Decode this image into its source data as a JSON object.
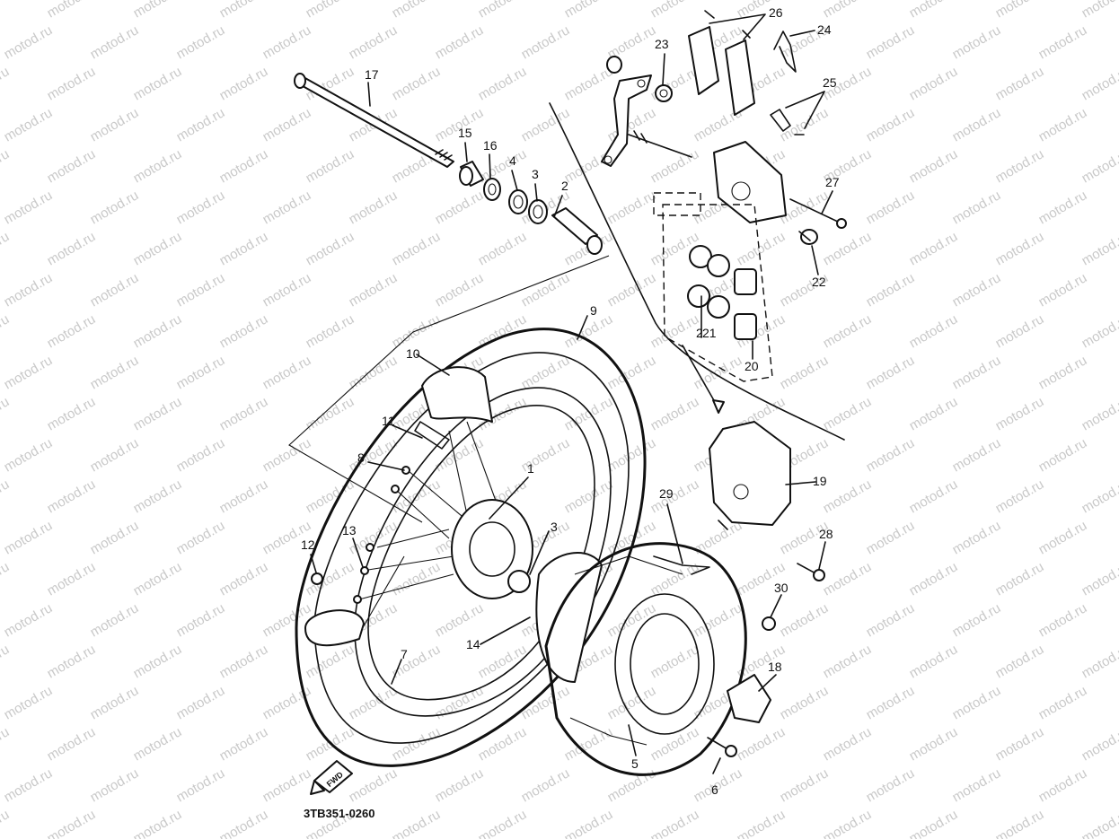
{
  "watermark": "motod.ru",
  "diagram_code": "3TB351-0260",
  "direction_marker": "FWD",
  "callouts": [
    {
      "id": "c1",
      "text": "1"
    },
    {
      "id": "c2a",
      "text": "2"
    },
    {
      "id": "c2b",
      "text": "2"
    },
    {
      "id": "c3a",
      "text": "3"
    },
    {
      "id": "c3b",
      "text": "3"
    },
    {
      "id": "c4",
      "text": "4"
    },
    {
      "id": "c5",
      "text": "5"
    },
    {
      "id": "c6",
      "text": "6"
    },
    {
      "id": "c7",
      "text": "7"
    },
    {
      "id": "c8",
      "text": "8"
    },
    {
      "id": "c9",
      "text": "9"
    },
    {
      "id": "c10",
      "text": "10"
    },
    {
      "id": "c11",
      "text": "11"
    },
    {
      "id": "c12",
      "text": "12"
    },
    {
      "id": "c13",
      "text": "13"
    },
    {
      "id": "c14",
      "text": "14"
    },
    {
      "id": "c15",
      "text": "15"
    },
    {
      "id": "c16",
      "text": "16"
    },
    {
      "id": "c17",
      "text": "17"
    },
    {
      "id": "c18",
      "text": "18"
    },
    {
      "id": "c19",
      "text": "19"
    },
    {
      "id": "c20",
      "text": "20"
    },
    {
      "id": "c21",
      "text": "21"
    },
    {
      "id": "c22",
      "text": "22"
    },
    {
      "id": "c23",
      "text": "23"
    },
    {
      "id": "c24",
      "text": "24"
    },
    {
      "id": "c25",
      "text": "25"
    },
    {
      "id": "c26",
      "text": "26"
    },
    {
      "id": "c27",
      "text": "27"
    },
    {
      "id": "c28",
      "text": "28"
    },
    {
      "id": "c29",
      "text": "29"
    },
    {
      "id": "c30",
      "text": "30"
    }
  ]
}
